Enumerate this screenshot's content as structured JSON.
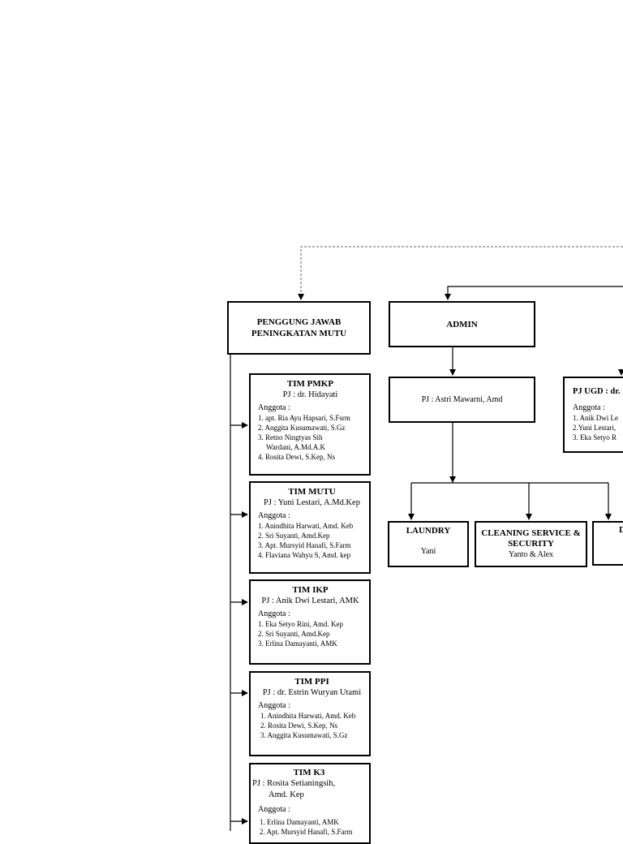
{
  "pmkp_header": "PENGGUNG JAWAB PENINGKATAN MUTU",
  "admin": {
    "title": "ADMIN",
    "pj": "PJ : Astri Mawarni, Amd"
  },
  "ugd": {
    "title": "PJ UGD : dr.",
    "anggota_label": "Anggota :",
    "members": [
      "1. Anik Dwi Le",
      "2.Yuni Lestari,",
      "3. Eka Setyo R"
    ]
  },
  "services": [
    {
      "title": "LAUNDRY",
      "name": "Yani"
    },
    {
      "title": "CLEANING SERVICE & SECURITY",
      "name": "Yanto & Alex"
    },
    {
      "title": "D",
      "name": ""
    }
  ],
  "teams": [
    {
      "title": "TIM PMKP",
      "pj": "PJ : dr. Hidayati",
      "anggota_label": "Anggota :",
      "members": [
        "1. apt. Ria Ayu Hapsari, S.Fsrm",
        "2. Anggita Kusumawati, S.Gz",
        "3. Retno Ningtyas Sih",
        "Wardani, A.Md.A.K",
        "4. Rosita Dewi, S.Kep, Ns"
      ]
    },
    {
      "title": "TIM MUTU",
      "pj": "PJ : Yuni Lestari, A.Md.Kep",
      "anggota_label": "Anggota :",
      "members": [
        "1. Anindhita Harwati, Amd. Keb",
        "2. Sri Suyanti, Amd.Kep",
        "3. Apt. Mursyid Hanafi, S.Farm",
        "4. Flaviana Wahyu S, Amd. kep"
      ]
    },
    {
      "title": "TIM IKP",
      "pj": "PJ : Anik Dwi Lestari, AMK",
      "anggota_label": "Anggota :",
      "members": [
        "1. Eka Setyo Rini, Amd. Kep",
        "2. Sri Suyanti, Amd.Kep",
        "3. Erlina Damayanti, AMK"
      ]
    },
    {
      "title": "TIM PPI",
      "pj": "PJ : dr. Estrin Wuryan Utami",
      "anggota_label": "Anggota :",
      "members": [
        "1. Anindhita Harwati, Amd. Keb",
        "2. Rosita Dewi, S.Kep, Ns",
        "3. Anggita Kusumawati, S.Gz"
      ]
    },
    {
      "title": "TIM K3",
      "pj": "PJ : Rosita Setianingsih,",
      "pj2": "Amd. Kep",
      "anggota_label": "Anggota :",
      "members": [
        "1. Erlina Damayanti, AMK",
        "2. Apt. Mursyid Hanafi, S.Farm"
      ]
    }
  ]
}
